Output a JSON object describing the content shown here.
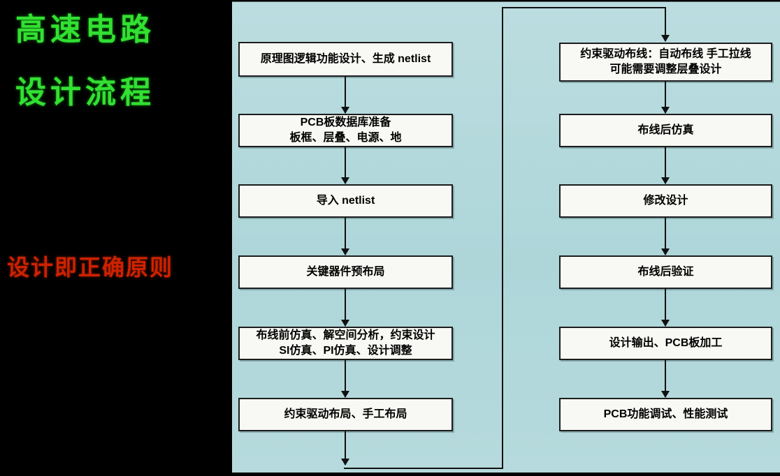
{
  "slide": {
    "title_line1": "高速电路",
    "title_line2": "设计流程",
    "principle": "设计即正确原则"
  },
  "flowchart": {
    "left_column": [
      {
        "text": "原理图逻辑功能设计、生成 netlist"
      },
      {
        "text": "PCB板数据库准备\n板框、层叠、电源、地"
      },
      {
        "text": "导入  netlist"
      },
      {
        "text": "关键器件预布局"
      },
      {
        "text": "布线前仿真、解空间分析，约束设计\nSI仿真、PI仿真、设计调整"
      },
      {
        "text": "约束驱动布局、手工布局"
      }
    ],
    "right_column": [
      {
        "text": "约束驱动布线：自动布线  手工拉线\n可能需要调整层叠设计"
      },
      {
        "text": "布线后仿真"
      },
      {
        "text": "修改设计"
      },
      {
        "text": "布线后验证"
      },
      {
        "text": "设计输出、PCB板加工"
      },
      {
        "text": "PCB功能调试、性能测试"
      }
    ]
  },
  "colors": {
    "background": "#000000",
    "panel_teal": "#b2d8db",
    "box_fill": "#f8f8f4",
    "box_border": "#1c1c1c",
    "arrow": "#111111",
    "title_green": "#33e033",
    "principle_red": "#cc2200"
  }
}
